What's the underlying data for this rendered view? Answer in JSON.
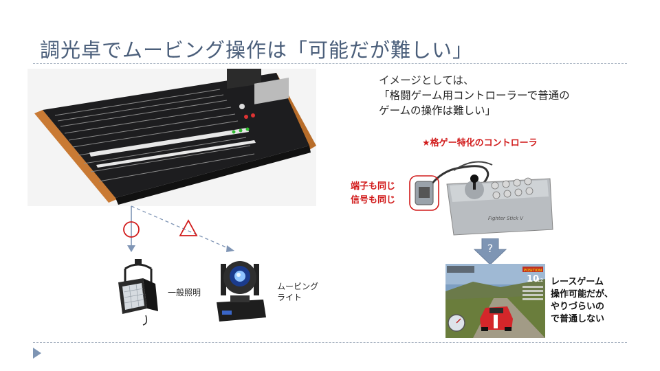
{
  "slide": {
    "title": "調光卓でムービング操作は「可能だが難しい」",
    "note": {
      "line1": "イメージとしては、",
      "line2": "「格闘ゲーム用コントローラーで普通の",
      "line3": "ゲームの操作は難しい」"
    },
    "controller_caption": "★格ゲー特化のコントローラ",
    "terminal_note_line1": "端子も同じ",
    "terminal_note_line2": "信号も同じ",
    "question_mark": "?",
    "general_light_label": "一般照明",
    "moving_light_label_line1": "ムービング",
    "moving_light_label_line2": "ライト",
    "race_caption": {
      "line1": "レースゲーム",
      "line2": "操作可能だが、",
      "line3": "やりづらいの",
      "line4": "で普通しない"
    },
    "controller_brand": "Fighter Stick V",
    "game_hud": {
      "position_label": "POSITION",
      "position_value": "10",
      "position_total": "/12"
    }
  },
  "colors": {
    "title": "#4a5e7a",
    "accent_red": "#d11a1a",
    "arrow_blue": "#7f95b5",
    "console_wood": "#c97a34"
  }
}
